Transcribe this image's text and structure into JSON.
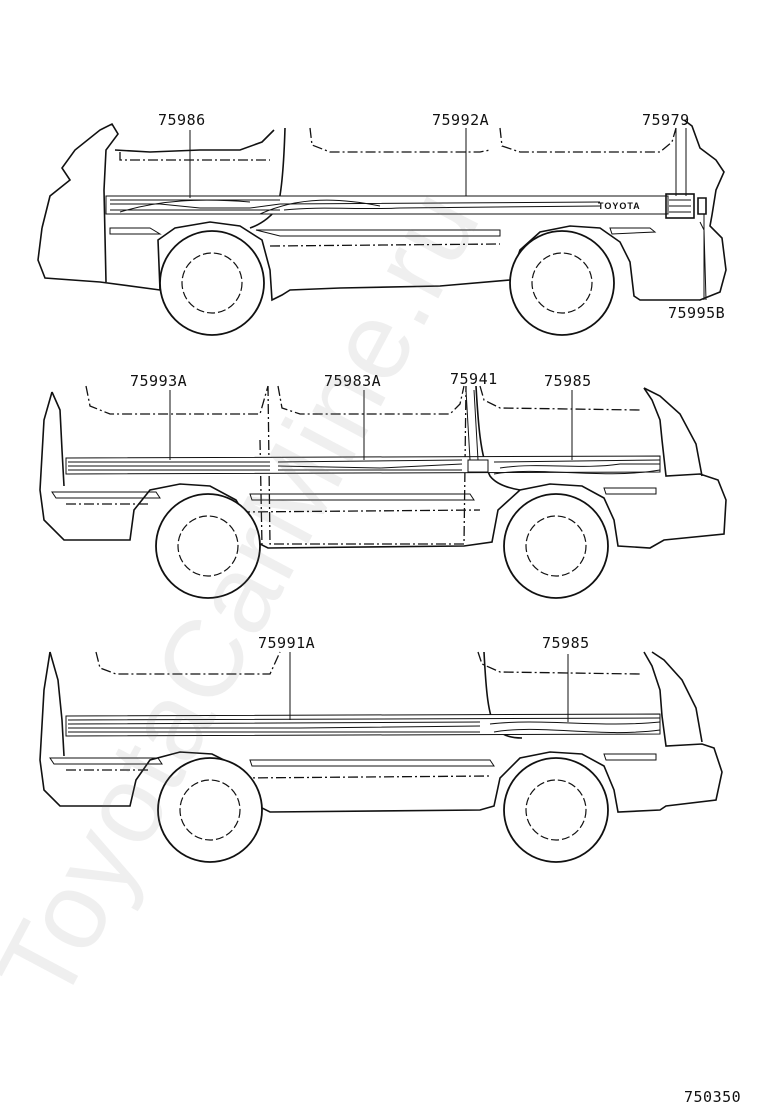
{
  "diagram": {
    "figure_code": "750350",
    "watermark": "ToyotaCarMine.ru",
    "views": [
      {
        "id": "view-1",
        "badge_text": "TOYOTA",
        "labels": [
          "75986",
          "75992A",
          "75979",
          "75995B"
        ]
      },
      {
        "id": "view-2",
        "labels": [
          "75993A",
          "75983A",
          "75941",
          "75985"
        ]
      },
      {
        "id": "view-3",
        "labels": [
          "75991A",
          "75985"
        ]
      }
    ]
  },
  "colors": {
    "line": "#111111",
    "background": "#ffffff",
    "watermark": "#787878"
  }
}
